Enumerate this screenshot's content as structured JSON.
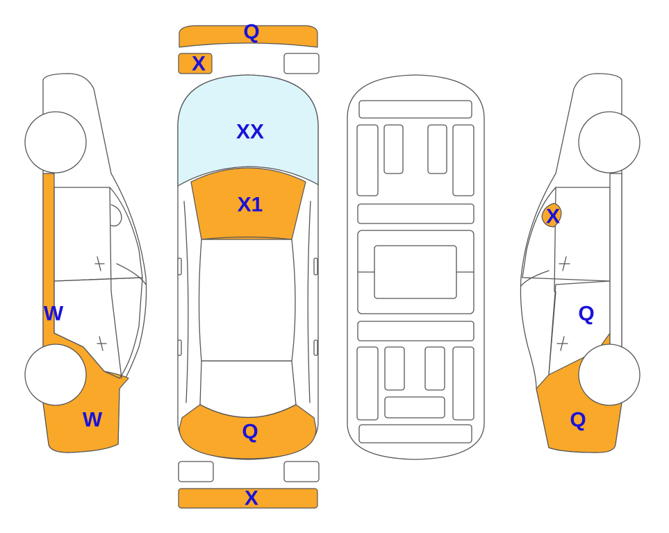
{
  "damage_codes": {
    "front_bumper": "Q",
    "front_left_marker": "X",
    "windshield": "XX",
    "hood": "X1",
    "trunk": "Q",
    "rear_bumper": "X",
    "left_rear_upper": "W",
    "left_rear_lower": "W",
    "right_mirror": "X",
    "right_rear_upper": "Q",
    "right_rear_lower": "Q"
  },
  "colors": {
    "damage_fill": "#f9a82a",
    "glass_fill": "#dcf5fb",
    "label_text": "#1a12d8",
    "outline": "#555555"
  }
}
